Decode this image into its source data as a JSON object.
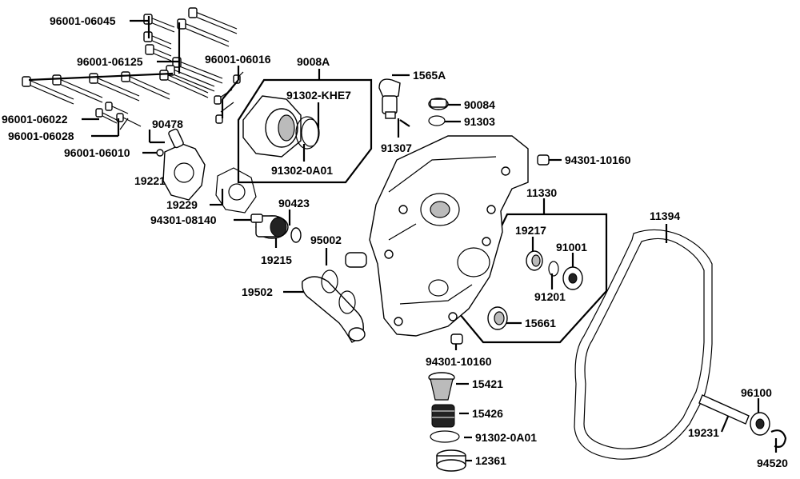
{
  "parts": {
    "p96001_06045": "96001-06045",
    "p96001_06125": "96001-06125",
    "p96001_06016": "96001-06016",
    "p9008A": "9008A",
    "p1565A": "1565A",
    "p91302_KHE7": "91302-KHE7",
    "p90084": "90084",
    "p91303": "91303",
    "p96001_06022": "96001-06022",
    "p90478": "90478",
    "p96001_06028": "96001-06028",
    "p91307": "91307",
    "p94301_10160_top": "94301-10160",
    "p96001_06010": "96001-06010",
    "p91302_0A01_top": "91302-0A01",
    "p19221": "19221",
    "p19229": "19229",
    "p11330": "11330",
    "p90423": "90423",
    "p94301_08140": "94301-08140",
    "p11394": "11394",
    "p19217": "19217",
    "p95002": "95002",
    "p91001": "91001",
    "p19215": "19215",
    "p19502": "19502",
    "p91201": "91201",
    "p15661": "15661",
    "p94301_10160_bot": "94301-10160",
    "p15421": "15421",
    "p15426": "15426",
    "p96100": "96100",
    "p91302_0A01_bot": "91302-0A01",
    "p19231": "19231",
    "p12361": "12361",
    "p94520": "94520"
  }
}
